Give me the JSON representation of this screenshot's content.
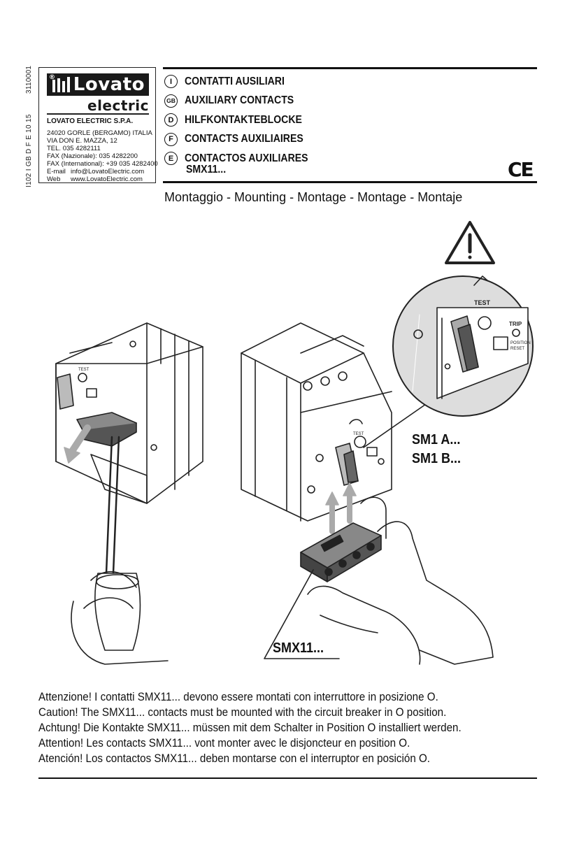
{
  "document": {
    "side_code_top": "3110001",
    "side_code_bottom": "I102 I GB D F E 10 15"
  },
  "company": {
    "logo_text": "Lovato",
    "logo_reg": "®",
    "logo_sub": "electric",
    "name": "LOVATO ELECTRIC S.P.A.",
    "address_lines": [
      "24020 GORLE (BERGAMO) ITALIA",
      "VIA DON E. MAZZA, 12",
      "TEL. 035 4282111",
      "FAX (Nazionale): 035 4282200",
      "FAX (International): +39 035 4282400"
    ],
    "email_label": "E-mail",
    "email": "info@LovatoElectric.com",
    "web_label": "Web",
    "web": "www.LovatoElectric.com"
  },
  "languages": [
    {
      "code": "I",
      "title": "CONTATTI AUSILIARI"
    },
    {
      "code": "GB",
      "title": "AUXILIARY CONTACTS"
    },
    {
      "code": "D",
      "title": "HILFKONTAKTEBLOCKE"
    },
    {
      "code": "F",
      "title": "CONTACTS AUXILIAIRES"
    },
    {
      "code": "E",
      "title": "CONTACTOS AUXILIARES"
    }
  ],
  "product_code": "SMX11...",
  "ce_mark": "CE",
  "mounting_title": "Montaggio - Mounting - Montage - Montage - Montaje",
  "illustration": {
    "test_label": "TEST",
    "trip_label": "TRIP",
    "position_label": "POSITION",
    "reset_label": "RESET",
    "label_sm1a": "SM1 A...",
    "label_sm1b": "SM1 B...",
    "label_smx": "SMX11..."
  },
  "warnings": [
    "Attenzione! I contatti SMX11... devono essere montati con interruttore in posizione O.",
    "Caution! The SMX11... contacts must be mounted with the circuit breaker in O position.",
    "Achtung! Die Kontakte SMX11... müssen mit dem Schalter in Position O installiert werden.",
    "Attention! Les contacts SMX11... vont monter avec le disjoncteur en position O.",
    "Atención! Los contactos SMX11... deben montarse con el interruptor en posición O."
  ]
}
